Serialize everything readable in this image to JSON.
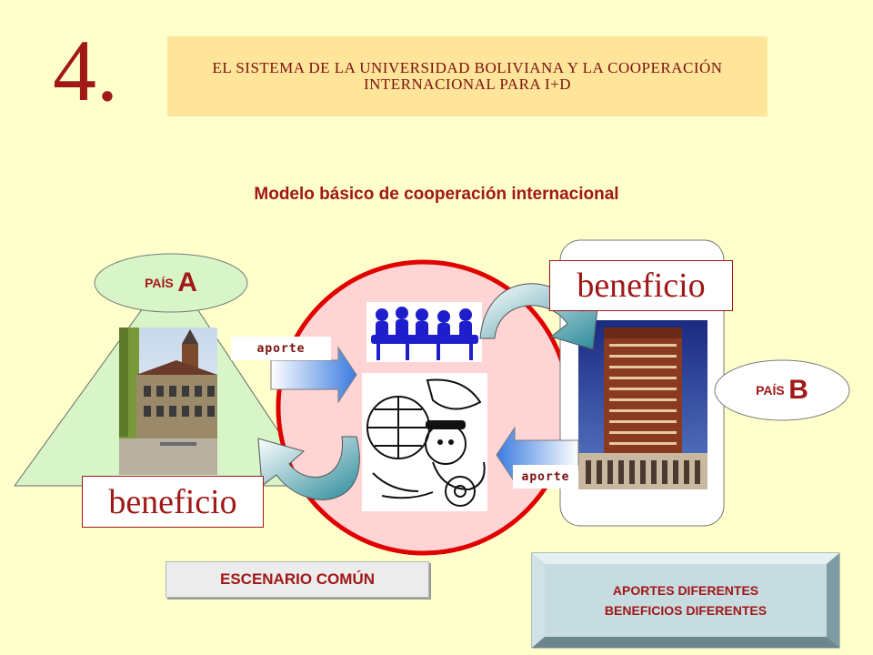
{
  "slide": {
    "number": "4.",
    "title": "EL SISTEMA DE LA UNIVERSIDAD BOLIVIANA Y LA COOPERACIÓN INTERNACIONAL PARA I+D",
    "subtitle": "Modelo básico de cooperación internacional"
  },
  "diagram": {
    "country_a": {
      "prefix": "PAÍS",
      "letter": "A"
    },
    "country_b": {
      "prefix": "PAÍS",
      "letter": "B"
    },
    "benefit_a_label": "beneficio",
    "benefit_b_label": "beneficio",
    "contribution_a_label": "aporte",
    "contribution_b_label": "aporte",
    "common_scenario_label": "ESCENARIO COMÚN",
    "summary": {
      "line1": "APORTES DIFERENTES",
      "line2": "BENEFICIOS DIFERENTES"
    }
  },
  "colors": {
    "accent_red": "#a01818",
    "common_circle_fill": "#ffd4d4",
    "common_circle_stroke": "#e00000",
    "country_a_fill": "#d8f5c8",
    "country_b_fill": "#ffffff",
    "building_blue": "#1e1ecc"
  }
}
